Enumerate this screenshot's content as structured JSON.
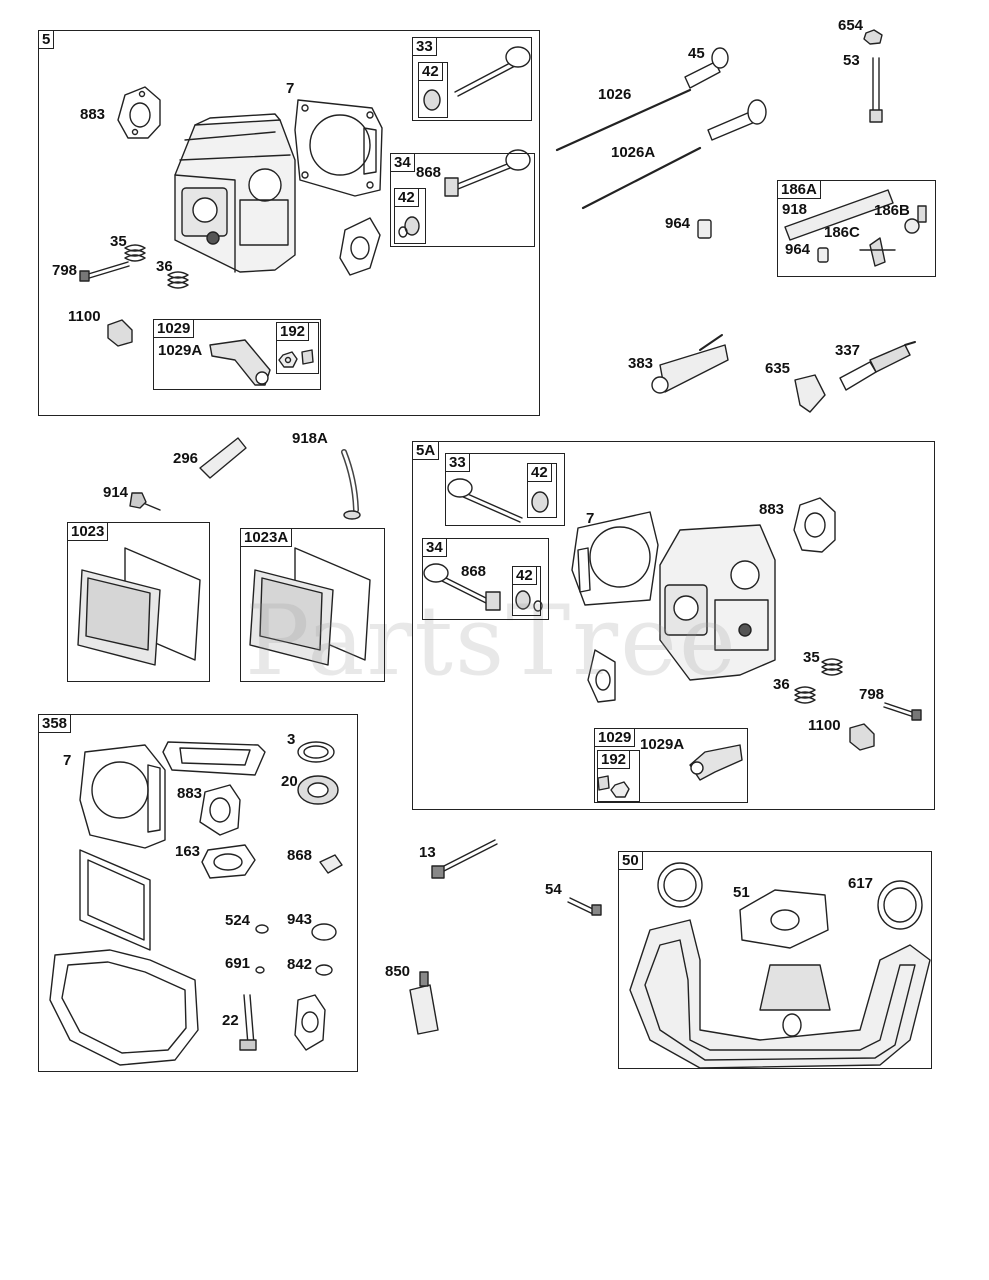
{
  "watermark": "PartsTree",
  "groups": {
    "g5": "5",
    "g33a": "33",
    "g42a": "42",
    "g34a": "34",
    "g42b": "42",
    "g1029a": "1029",
    "g192a": "192",
    "g186A": "186A",
    "g1023": "1023",
    "g1023A": "1023A",
    "g5A": "5A",
    "g33b": "33",
    "g42c": "42",
    "g34b": "34",
    "g42d": "42",
    "g1029b": "1029",
    "g192b": "192",
    "g358": "358",
    "g50": "50"
  },
  "parts": {
    "p883a": "883",
    "p7a": "7",
    "p35a": "35",
    "p798a": "798",
    "p36a": "36",
    "p1100a": "1100",
    "p1029Aa": "1029A",
    "p868a": "868",
    "p45": "45",
    "p1026": "1026",
    "p1026A": "1026A",
    "p964a": "964",
    "p654": "654",
    "p53": "53",
    "p918": "918",
    "p186B": "186B",
    "p186C": "186C",
    "p964b": "964",
    "p383": "383",
    "p635": "635",
    "p337": "337",
    "p296": "296",
    "p918A": "918A",
    "p914": "914",
    "p7b": "7",
    "p883b": "883",
    "p868b": "868",
    "p35b": "35",
    "p36b": "36",
    "p798b": "798",
    "p1100b": "1100",
    "p1029Ab": "1029A",
    "p7c": "7",
    "p3": "3",
    "p883c": "883",
    "p20": "20",
    "p163": "163",
    "p868c": "868",
    "p524": "524",
    "p943": "943",
    "p691": "691",
    "p842": "842",
    "p22": "22",
    "p13": "13",
    "p54": "54",
    "p850": "850",
    "p51": "51",
    "p617": "617"
  }
}
